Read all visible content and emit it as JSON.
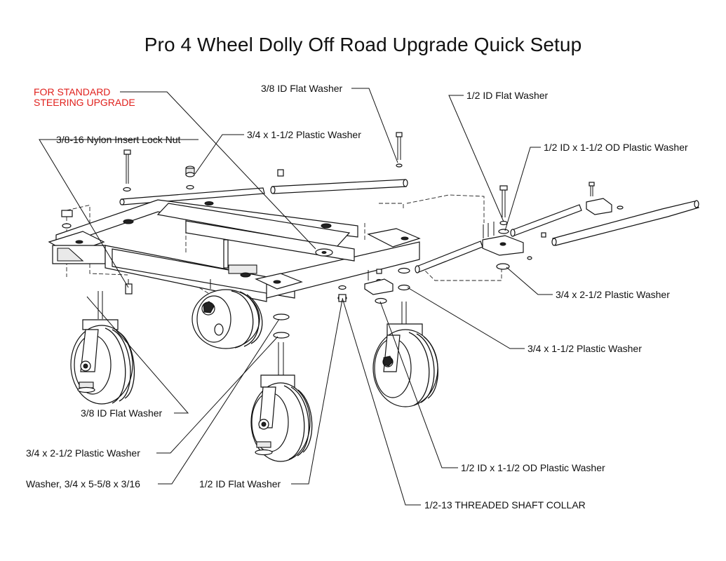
{
  "title": "Pro 4 Wheel Dolly Off Road Upgrade Quick Setup",
  "note": [
    "FOR STANDARD",
    "STEERING UPGRADE"
  ],
  "note_color": "#e0201c",
  "labels": {
    "flat_washer_38_top": "3/8 ID Flat Washer",
    "lock_nut": "3/8-16 Nylon Insert Lock Nut",
    "plastic_washer_34_112_top": "3/4 x 1-1/2 Plastic Washer",
    "flat_washer_12_top": "1/2 ID Flat Washer",
    "plastic_washer_12_od": "1/2 ID  x 1-1/2 OD Plastic Washer",
    "plastic_washer_34_212_right": "3/4 x 2-1/2 Plastic Washer",
    "plastic_washer_34_112_right": "3/4 x 1-1/2 Plastic Washer",
    "flat_washer_38_bottom": "3/8 ID Flat Washer",
    "plastic_washer_34_212_left": "3/4 x 2-1/2 Plastic Washer",
    "washer_big": "Washer, 3/4 x 5-5/8 x 3/16",
    "flat_washer_12_bottom": "1/2 ID Flat Washer",
    "plastic_washer_12_od_bottom": "1/2 ID  x 1-1/2 OD Plastic Washer",
    "shaft_collar": "1/2-13 THREADED SHAFT COLLAR"
  }
}
